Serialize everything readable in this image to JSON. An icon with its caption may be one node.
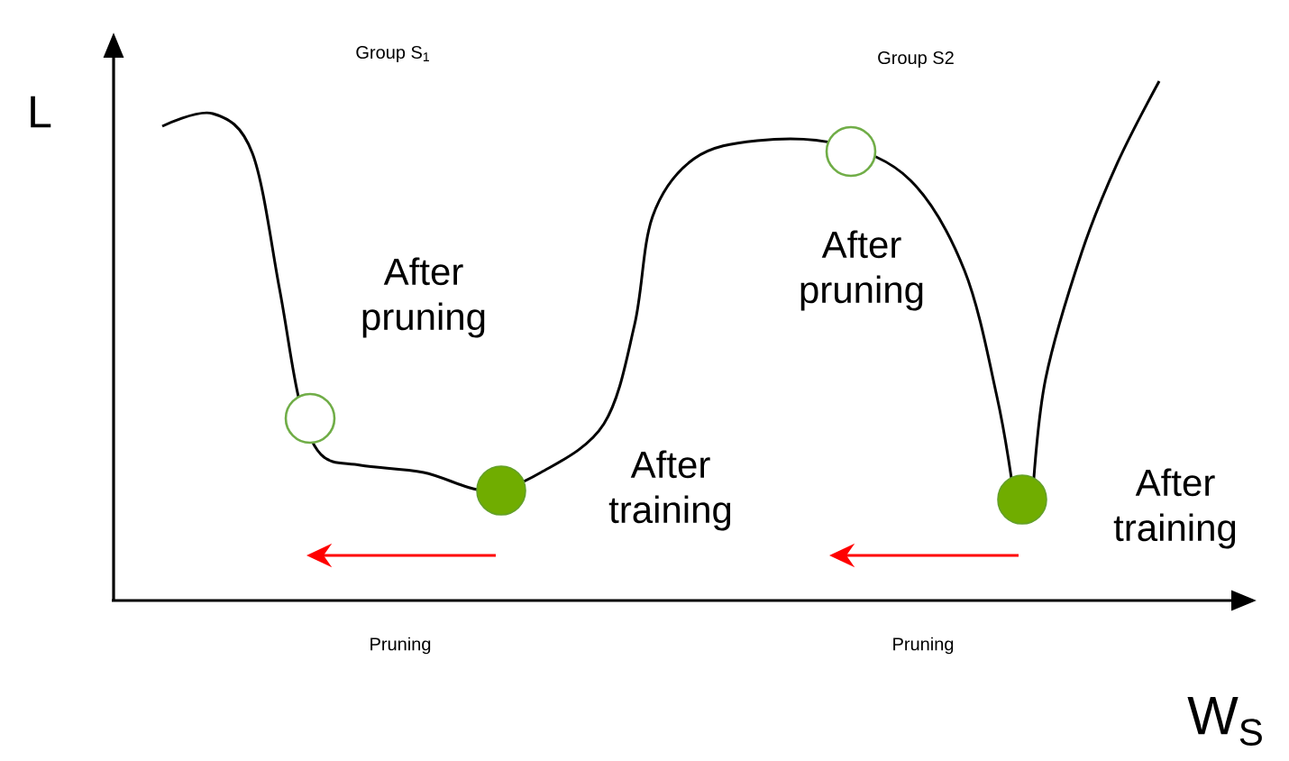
{
  "diagram": {
    "nodes": [
      {
        "text": [],
        "shape": "circle",
        "beside": [
          "After pruning"
        ]
      },
      {
        "text": [],
        "shape": "dot",
        "beside": [
          "After training"
        ]
      },
      {
        "text": [],
        "shape": "circle",
        "beside": [
          "After pruning"
        ]
      },
      {
        "text": [],
        "shape": "dot",
        "beside": [
          "After training"
        ]
      }
    ],
    "labels": [
      "Group S$_{1}$",
      "Group S2",
      "L",
      "Pruning",
      "Pruning",
      "W$_{S}$"
    ]
  }
}
